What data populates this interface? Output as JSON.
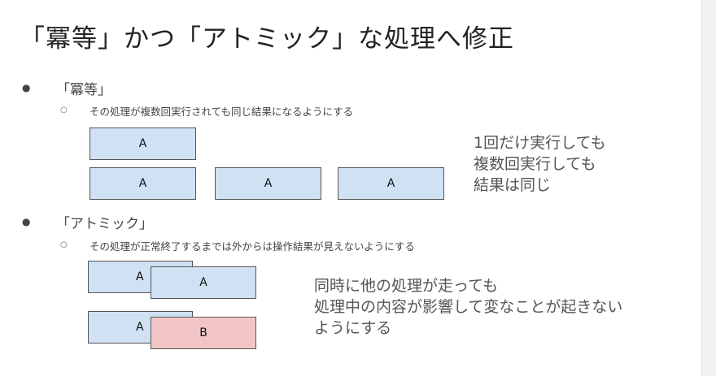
{
  "title": "「冪等」かつ「アトミック」な処理へ修正",
  "bullet_glyph": "●",
  "sub_bullet_glyph": "○",
  "section1": {
    "heading": "「冪等」",
    "subtext": "その処理が複数回実行されても同じ結果になるようにする",
    "boxes": {
      "single": "A",
      "multi": [
        "A",
        "A",
        "A"
      ]
    },
    "note": [
      "1回だけ実行しても",
      "複数回実行しても",
      "結果は同じ"
    ]
  },
  "section2": {
    "heading": "「アトミック」",
    "subtext": "その処理が正常終了するまでは外からは操作結果が見えないようにする",
    "boxes": {
      "pair1": {
        "back": "A",
        "front": "A"
      },
      "pair2": {
        "back": "A",
        "front": "B"
      }
    },
    "note": [
      "同時に他の処理が走っても",
      "処理中の内容が影響して変なことが起きない",
      "ようにする"
    ]
  },
  "colors": {
    "box_blue": "#cfe1f3",
    "box_pink": "#f2c6c6",
    "box_border": "#555555"
  }
}
